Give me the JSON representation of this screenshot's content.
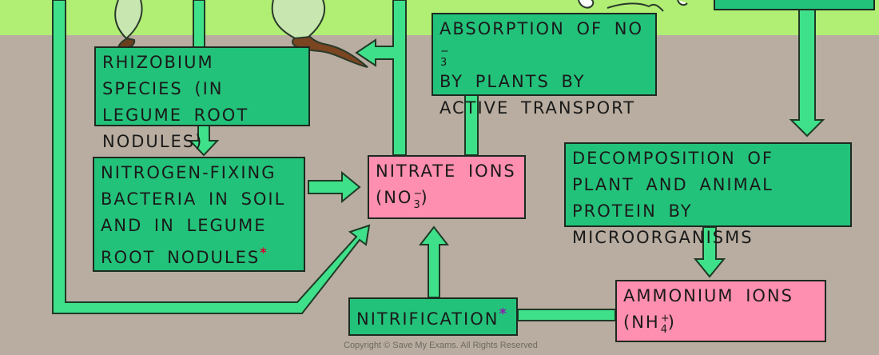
{
  "boxes": {
    "rhizobium": {
      "text": "RHIZOBIUM SPECIES (IN LEGUME ROOT NODULES)"
    },
    "nitrogen_fixing": {
      "text": "NITROGEN-FIXING BACTERIA IN SOIL AND IN LEGUME ROOT NODULES",
      "marker": "*"
    },
    "absorption": {
      "line1": "ABSORPTION OF NO",
      "line2": "BY PLANTS BY",
      "line3": "ACTIVE TRANSPORT",
      "sub": "3",
      "sup": "−"
    },
    "nitrate": {
      "line1": "NITRATE IONS",
      "line2_prefix": "(NO",
      "line2_suffix": ")",
      "sub": "3",
      "sup": "−"
    },
    "decomposition": {
      "text": "DECOMPOSITION OF PLANT AND ANIMAL PROTEIN BY MICROORGANISMS"
    },
    "ammonium": {
      "line1": "AMMONIUM IONS",
      "line2_prefix": "(NH",
      "line2_suffix": ")",
      "sub": "4",
      "sup": "+"
    },
    "nitrification": {
      "text": "NITRIFICATION",
      "marker": "*"
    }
  },
  "copyright": "Copyright © Save My Exams. All Rights Reserved",
  "colors": {
    "box_green": "#23c27a",
    "box_pink": "#ff8fb0",
    "arrow": "#3fe08a",
    "soil": "#b8ada0",
    "grass": "#b0ee74"
  }
}
